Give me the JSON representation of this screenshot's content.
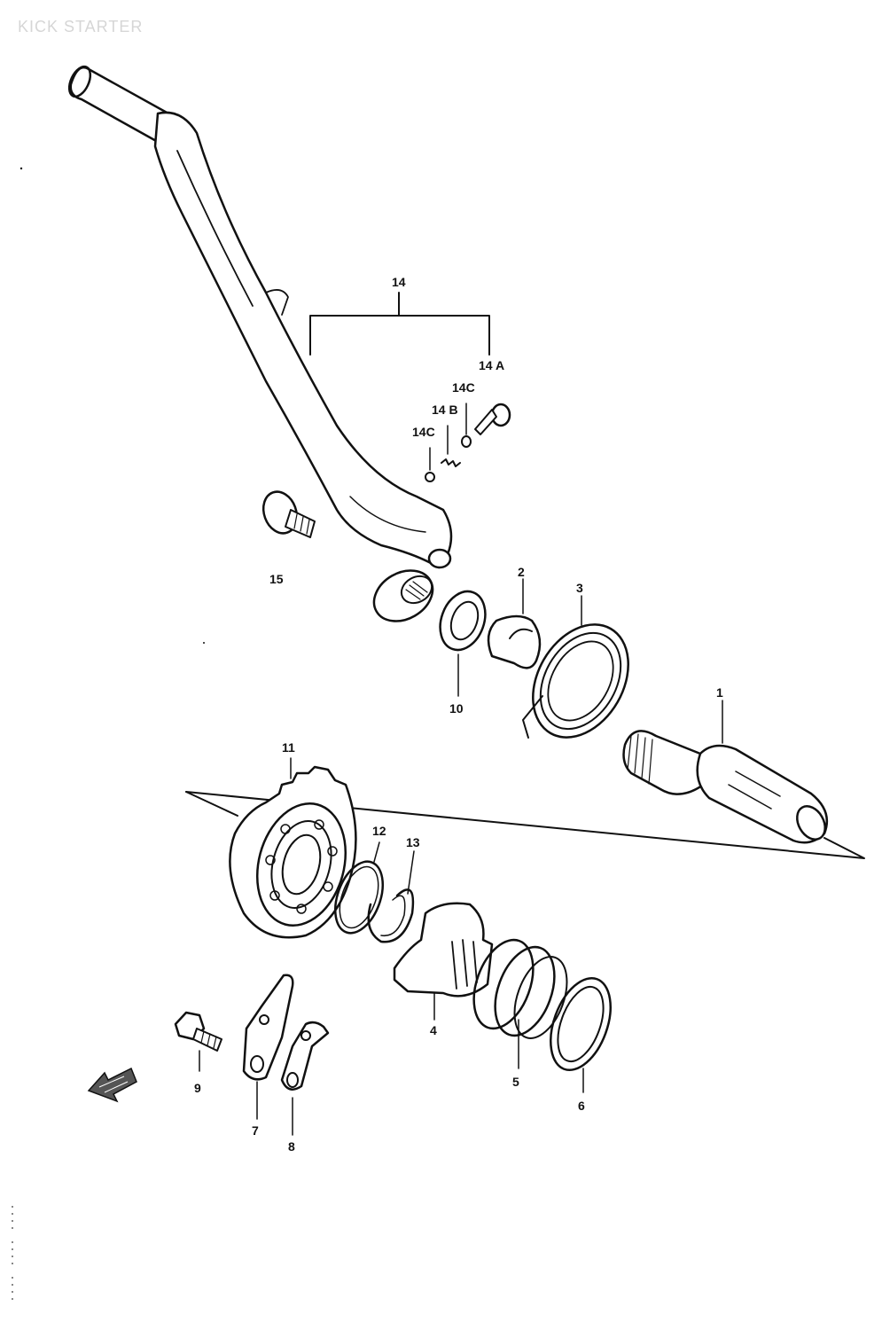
{
  "title": "KICK STARTER",
  "callouts": {
    "p1": "1",
    "p2": "2",
    "p3": "3",
    "p4": "4",
    "p5": "5",
    "p6": "6",
    "p7": "7",
    "p8": "8",
    "p9": "9",
    "p10": "10",
    "p11": "11",
    "p12": "12",
    "p13": "13",
    "p14": "14",
    "p14a": "14 A",
    "p14b": "14 B",
    "p14c_upper": "14C",
    "p14c_lower": "14C",
    "p15": "15"
  },
  "colors": {
    "ink": "#111111",
    "title": "#d6d6d6",
    "background": "#ffffff"
  },
  "icons": {
    "front_arrow": "front-direction-arrow-icon"
  }
}
